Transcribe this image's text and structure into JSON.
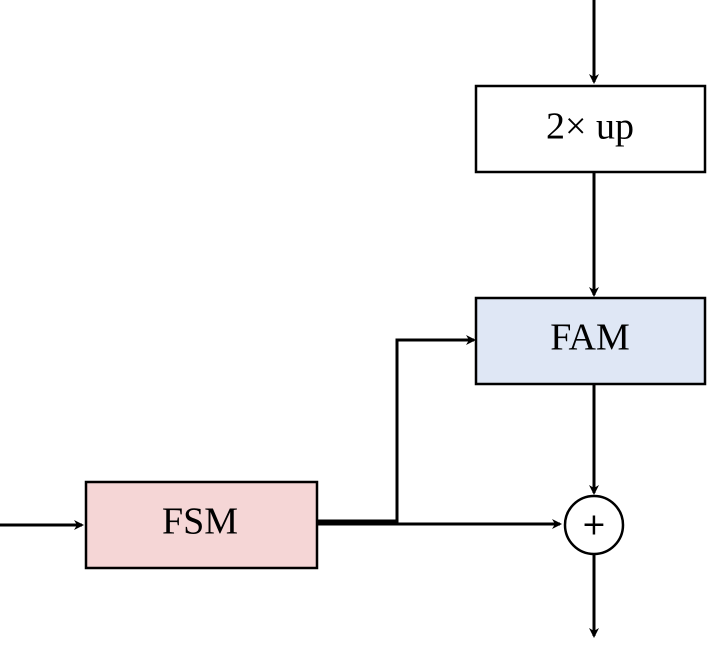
{
  "nodes": {
    "upsample": {
      "label": "2× up",
      "fill": "#ffffff"
    },
    "fam": {
      "label": "FAM",
      "fill": "#dfe7f5"
    },
    "fsm": {
      "label": "FSM",
      "fill": "#f5d6d6"
    },
    "add": {
      "label": "+",
      "fill": "#ffffff"
    }
  },
  "stroke_color": "#000000"
}
